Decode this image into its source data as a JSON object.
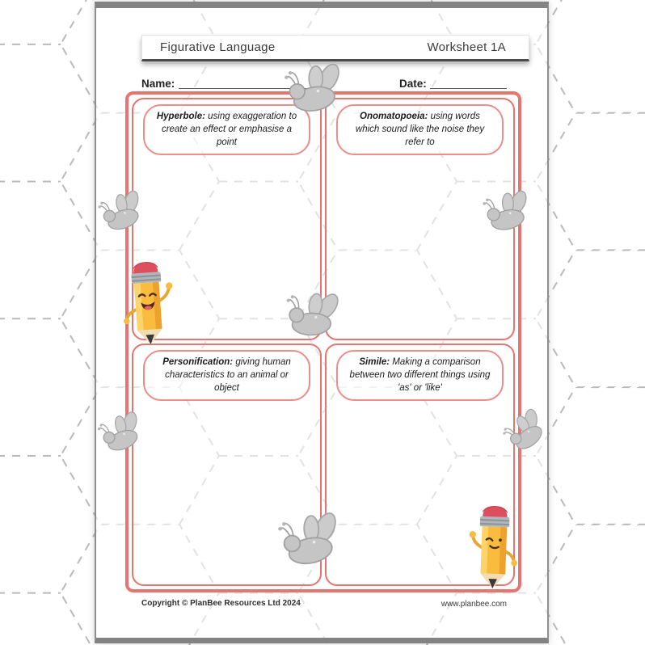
{
  "header": {
    "title": "Figurative Language",
    "worksheet": "Worksheet 1A"
  },
  "fields": {
    "name_label": "Name:",
    "date_label": "Date:"
  },
  "boxes": [
    {
      "term": "Hyperbole:",
      "text": " using exaggeration to create an effect or emphasise a point"
    },
    {
      "term": "Onomatopoeia:",
      "text": " using words which sound like the noise they refer to"
    },
    {
      "term": "Personification:",
      "text": " giving human characteristics to an animal or object"
    },
    {
      "term": "Simile:",
      "text": " Making a comparison between two different things using 'as' or 'like'"
    }
  ],
  "footer": {
    "copyright": "Copyright © PlanBee Resources Ltd 2024",
    "website": "www.planbee.com"
  },
  "colors": {
    "frame_red": "#e7746f",
    "definition_border": "#ec8d87",
    "bee_gray": "#c5c5c5",
    "pencil_yellow": "#f9bc3e",
    "eraser_red": "#dd4f5e",
    "hex_pattern_gray": "#b9b9b9",
    "page_edge_gray": "#838383"
  },
  "decorations": {
    "bee_count": 7,
    "pencil_count": 2
  }
}
